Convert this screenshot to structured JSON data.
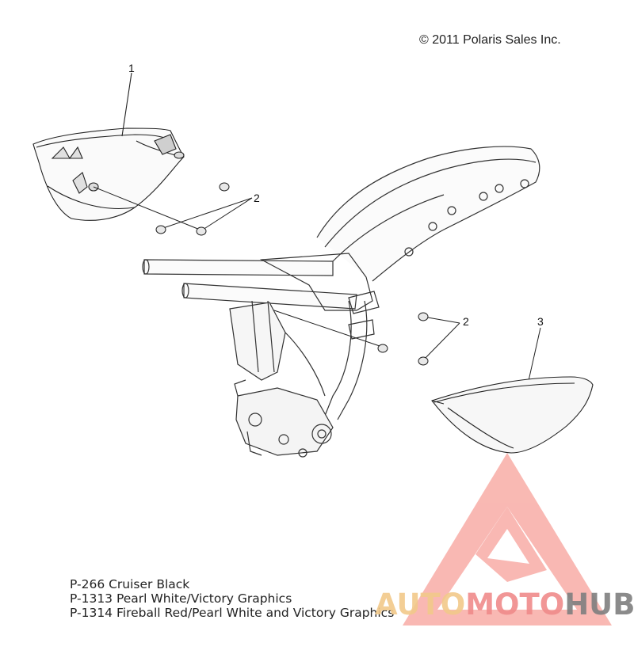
{
  "copyright": "© 2011 Polaris Sales Inc.",
  "callouts": {
    "c1": "1",
    "c2a": "2",
    "c2b": "2",
    "c3": "3"
  },
  "legend": [
    "P-266  Cruiser Black",
    "P-1313 Pearl White/Victory Graphics",
    "P-1314 Fireball Red/Pearl White and Victory Graphics"
  ],
  "watermark": {
    "part1": "AUTO",
    "part2": "MOTO",
    "part3": "HUB",
    "colors": {
      "part1": "#f2c98a",
      "part2": "#f08b8b",
      "part3": "#7f7f7f",
      "logo": "#f29b95"
    }
  }
}
